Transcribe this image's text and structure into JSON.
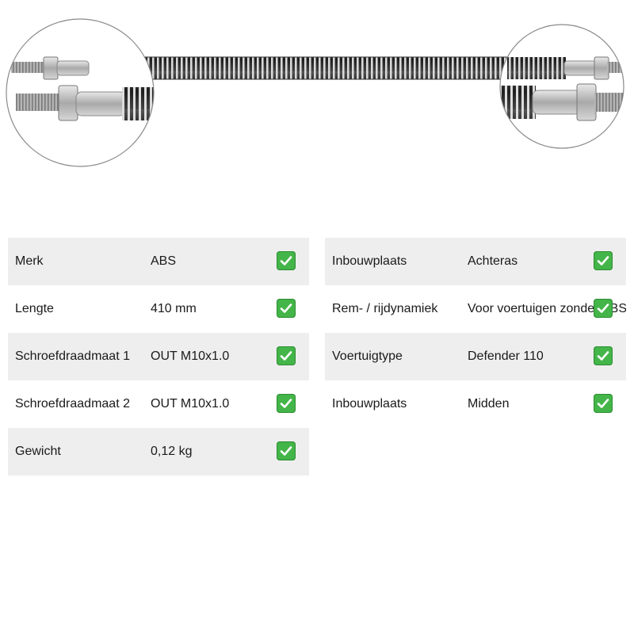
{
  "colors": {
    "row_shade": "#eeeeee",
    "check_green": "#44b549",
    "hose_dark": "#2b2b2b",
    "metal": "#bdbdbd"
  },
  "icons": {
    "check": "check-mark-icon"
  },
  "specs_left": [
    {
      "label": "Merk",
      "value": "ABS",
      "checked": true
    },
    {
      "label": "Lengte",
      "value": "410 mm",
      "checked": true
    },
    {
      "label": "Schroefdraadmaat 1",
      "value": "OUT M10x1.0",
      "checked": true
    },
    {
      "label": "Schroefdraadmaat 2",
      "value": "OUT M10x1.0",
      "checked": true
    },
    {
      "label": "Gewicht",
      "value": "0,12 kg",
      "checked": true
    }
  ],
  "specs_right": [
    {
      "label": "Inbouwplaats",
      "value": "Achteras",
      "checked": true
    },
    {
      "label": "Rem- / rijdynamiek",
      "value": "Voor voertuigen zonder ABS",
      "checked": true
    },
    {
      "label": "Voertuigtype",
      "value": "Defender 110",
      "checked": true
    },
    {
      "label": "Inbouwplaats",
      "value": "Midden",
      "checked": true
    }
  ]
}
